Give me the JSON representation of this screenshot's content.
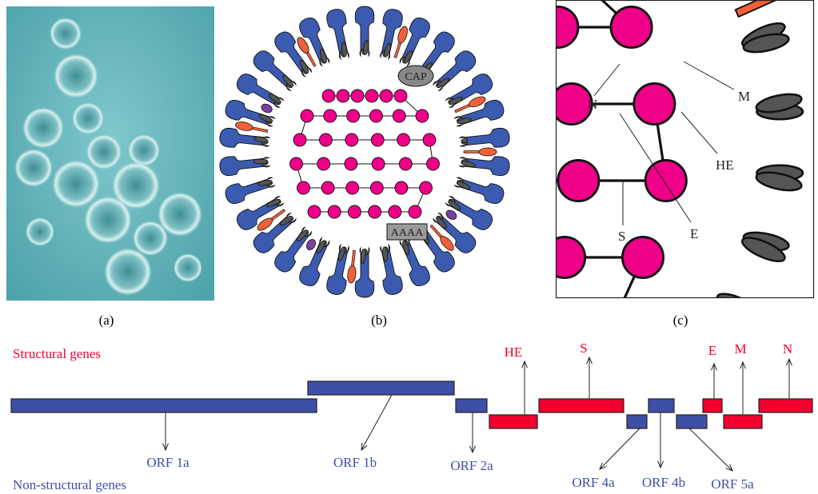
{
  "panels": {
    "a": "(a)",
    "b": "(b)",
    "c": "(c)"
  },
  "virion": {
    "cap": "CAP",
    "polya": "AAAA"
  },
  "zoom_labels": {
    "n": "N",
    "m": "M",
    "he": "HE",
    "s": "S",
    "e": "E"
  },
  "genome": {
    "structural_title": "Structural genes",
    "nonstructural_title": "Non-structural genes",
    "structural": {
      "he": "HE",
      "s": "S",
      "e": "E",
      "m": "M",
      "n": "N"
    },
    "nonstructural": {
      "orf1a": "ORF 1a",
      "orf1b": "ORF 1b",
      "orf2a": "ORF 2a",
      "orf4a": "ORF 4a",
      "orf4b": "ORF 4b",
      "orf5a": "ORF 5a"
    }
  },
  "colors": {
    "structural": "#f0002f",
    "nonstructural": "#3f4fa6",
    "spike": "#3b5bb0",
    "he": "#f2603a",
    "membrane": "#555555",
    "envelope": "#7a3fa0",
    "nucleocapsid": "#ee0088"
  }
}
